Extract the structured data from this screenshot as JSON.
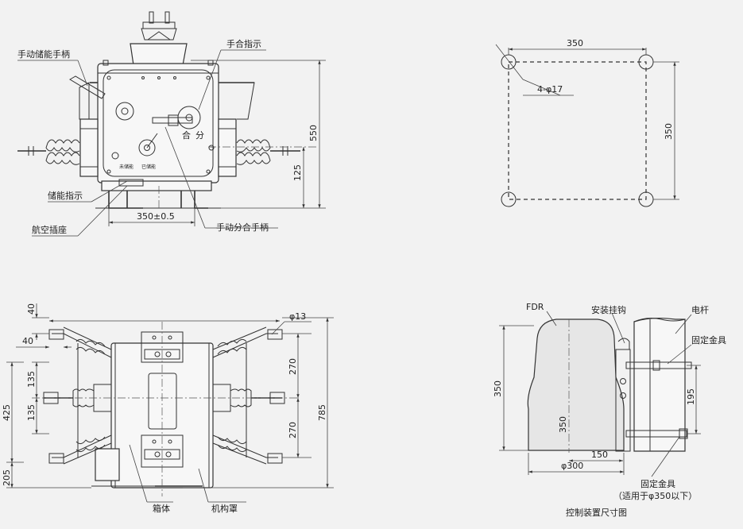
{
  "front_view": {
    "labels": {
      "manual_storage_handle": "手动储能手柄",
      "manual_close_indicator": "手合指示",
      "storage_indicator": "储能指示",
      "aviation_socket": "航空插座",
      "manual_open_close_handle": "手动分合手柄"
    },
    "dimensions": {
      "height": "550",
      "lower": "125",
      "width": "350±0.5"
    },
    "panel_text": {
      "close": "合",
      "open": "分",
      "not_stored": "未储能",
      "stored": "已储能"
    }
  },
  "hole_view": {
    "dims": {
      "width": "350",
      "height": "350",
      "holes": "4-φ17"
    }
  },
  "bottom_view": {
    "dims": {
      "d40a": "40",
      "d40b": "40",
      "d135a": "135",
      "d135b": "135",
      "d425": "425",
      "d205": "205",
      "d270a": "270",
      "d270b": "270",
      "d785": "785",
      "d13": "φ13"
    },
    "labels": {
      "box": "箱体",
      "mechanism_cover": "机构罩"
    }
  },
  "control_view": {
    "labels": {
      "fdr": "FDR",
      "hook": "安装挂钩",
      "pole": "电杆",
      "fixing_fitting": "固定金具",
      "fixing_fitting_bottom": "固定金具",
      "applicable": "（适用于φ350以下）",
      "caption": "控制装置尺寸图"
    },
    "dims": {
      "h350": "350",
      "inner350": "350",
      "d150": "150",
      "d300": "φ300",
      "d195": "195"
    }
  }
}
